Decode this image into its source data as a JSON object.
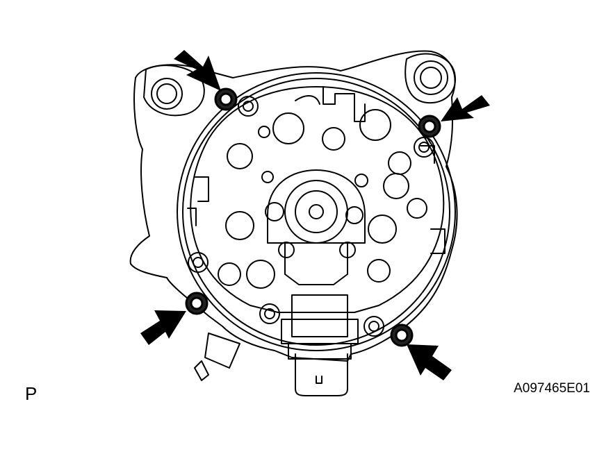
{
  "view_label": "P",
  "figure_code": "A097465E01",
  "line_color": "#000000",
  "background": "#ffffff",
  "callouts": [
    {
      "name": "arrow-upper-left",
      "points_at": "bolt-upper-left"
    },
    {
      "name": "arrow-upper-right",
      "points_at": "bolt-upper-right"
    },
    {
      "name": "arrow-lower-left",
      "points_at": "bolt-lower-left"
    },
    {
      "name": "arrow-lower-right",
      "points_at": "bolt-lower-right"
    }
  ]
}
